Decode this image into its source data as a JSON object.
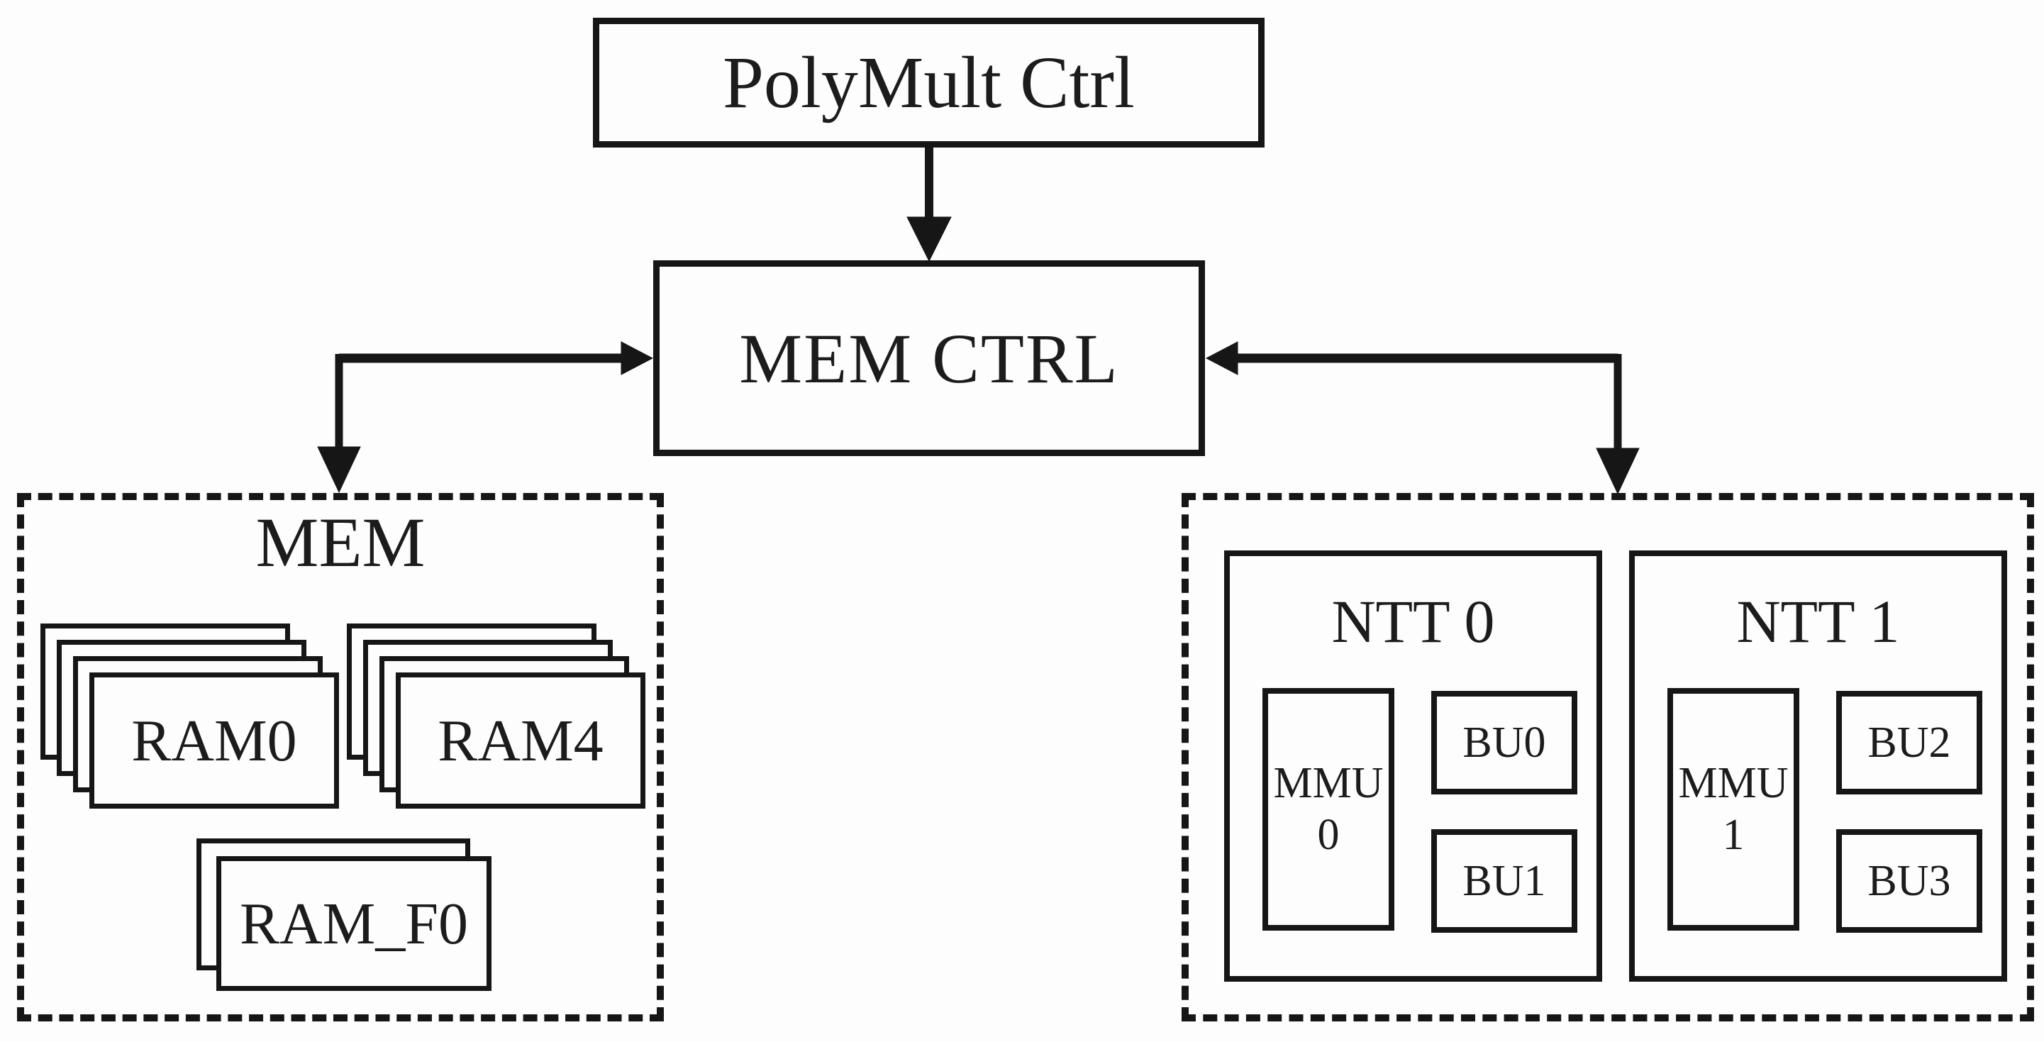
{
  "colors": {
    "stroke": "#161616",
    "text": "#1c1c1c",
    "background": "#fdfdfd"
  },
  "nodes": {
    "polymult": {
      "label": "PolyMult Ctrl"
    },
    "memctrl": {
      "label": "MEM CTRL"
    },
    "mem_group": {
      "title": "MEM",
      "stacks": [
        {
          "label": "RAM0"
        },
        {
          "label": "RAM4"
        },
        {
          "label": "RAM_F0"
        }
      ]
    },
    "ntt_groups": [
      {
        "title": "NTT 0",
        "mmu": {
          "line1": "MMU",
          "line2": "0"
        },
        "bu_top": "BU0",
        "bu_bottom": "BU1"
      },
      {
        "title": "NTT 1",
        "mmu": {
          "line1": "MMU",
          "line2": "1"
        },
        "bu_top": "BU2",
        "bu_bottom": "BU3"
      }
    ]
  },
  "connectors": [
    {
      "from": "PolyMult Ctrl",
      "to": "MEM CTRL",
      "style": "arrow-down"
    },
    {
      "from": "MEM CTRL",
      "to": "MEM",
      "style": "elbow-double-arrow"
    },
    {
      "from": "MEM CTRL",
      "to": "NTT group",
      "style": "elbow-double-arrow"
    }
  ]
}
